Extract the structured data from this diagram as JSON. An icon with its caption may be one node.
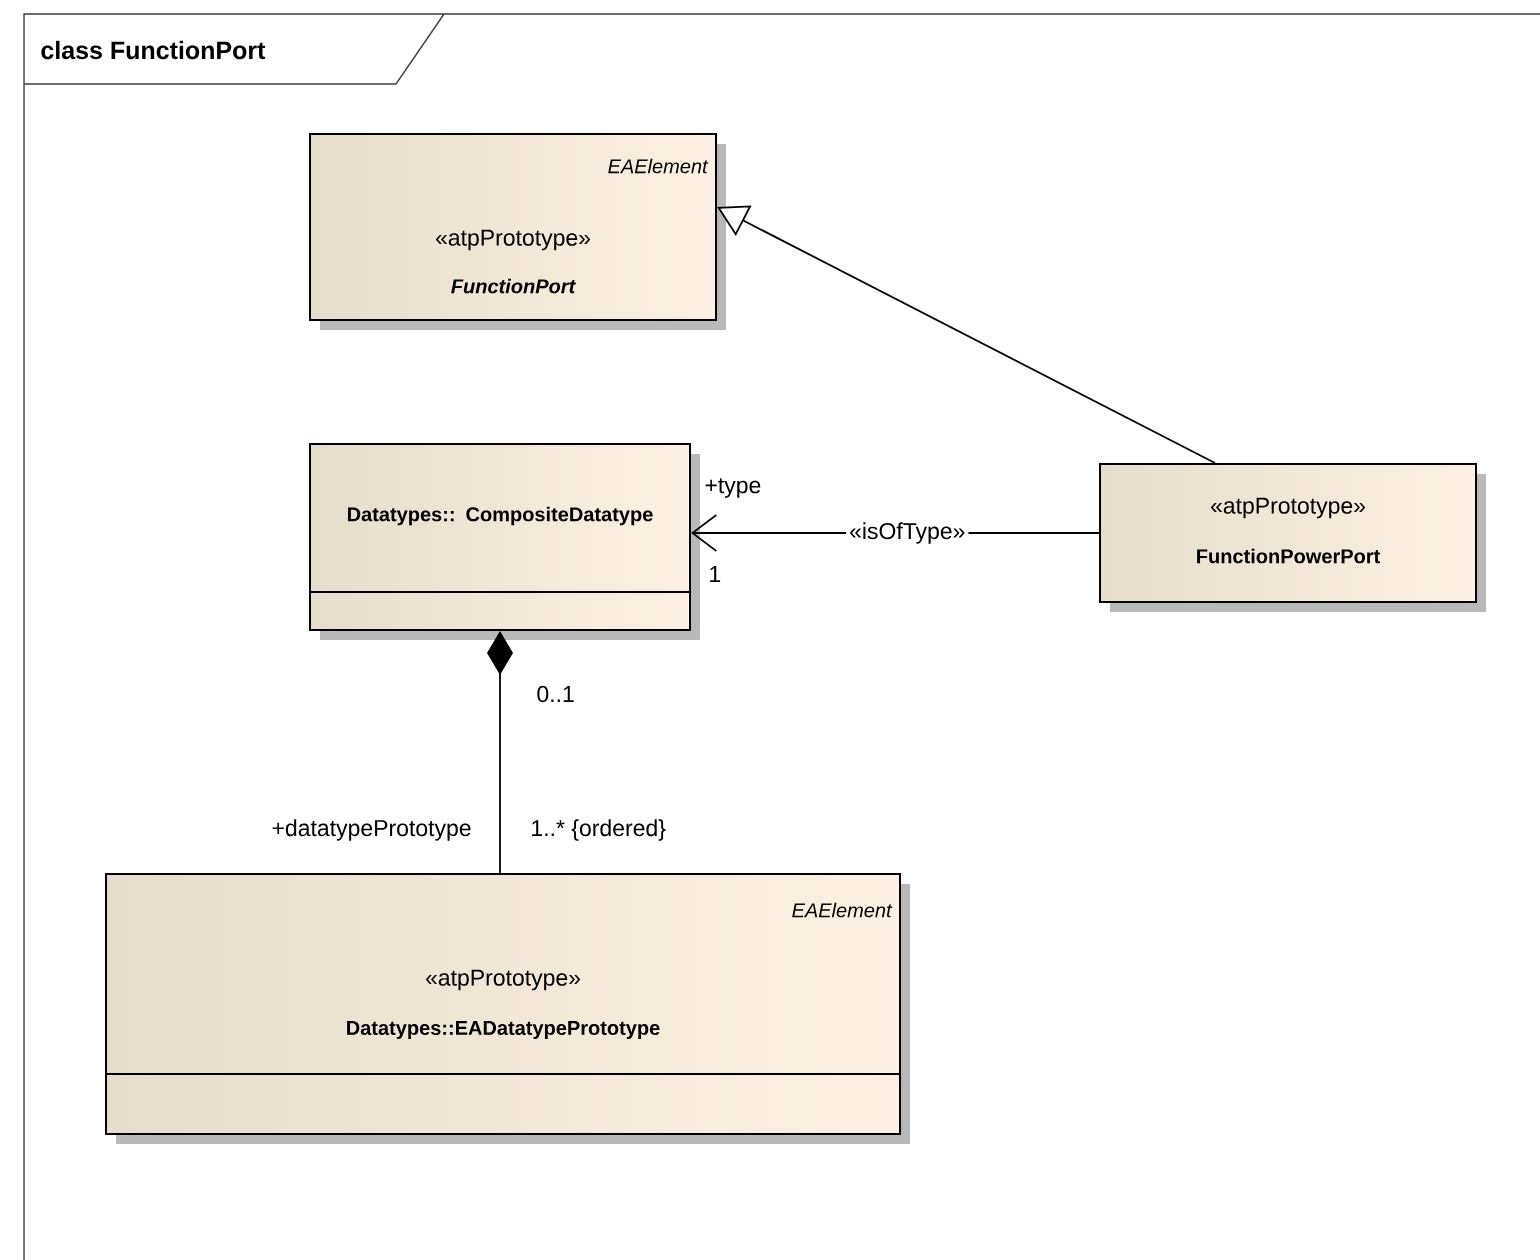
{
  "diagram": {
    "title": "class FunctionPort",
    "nodes": [
      {
        "text": [
          "EAElement",
          "«atpPrototype»",
          "FunctionPort"
        ]
      },
      {
        "text": [
          "Datatypes:: CompositeDatatype"
        ]
      },
      {
        "text": [
          "«atpPrototype»",
          "FunctionPowerPort"
        ]
      },
      {
        "text": [
          "EAElement",
          "«atpPrototype»",
          "Datatypes::EADatatypePrototype"
        ]
      }
    ],
    "edges": [
      {
        "from": 2,
        "to": 0,
        "arrow": "to"
      },
      {
        "from": 2,
        "to": 1,
        "arrow": "to",
        "label": "«isOfType»"
      },
      {
        "from": 1,
        "to": 3,
        "arrow": "other"
      }
    ],
    "labels": [
      "+type",
      "1",
      "0..1",
      "+datatypePrototype",
      "1..* {ordered}"
    ]
  }
}
